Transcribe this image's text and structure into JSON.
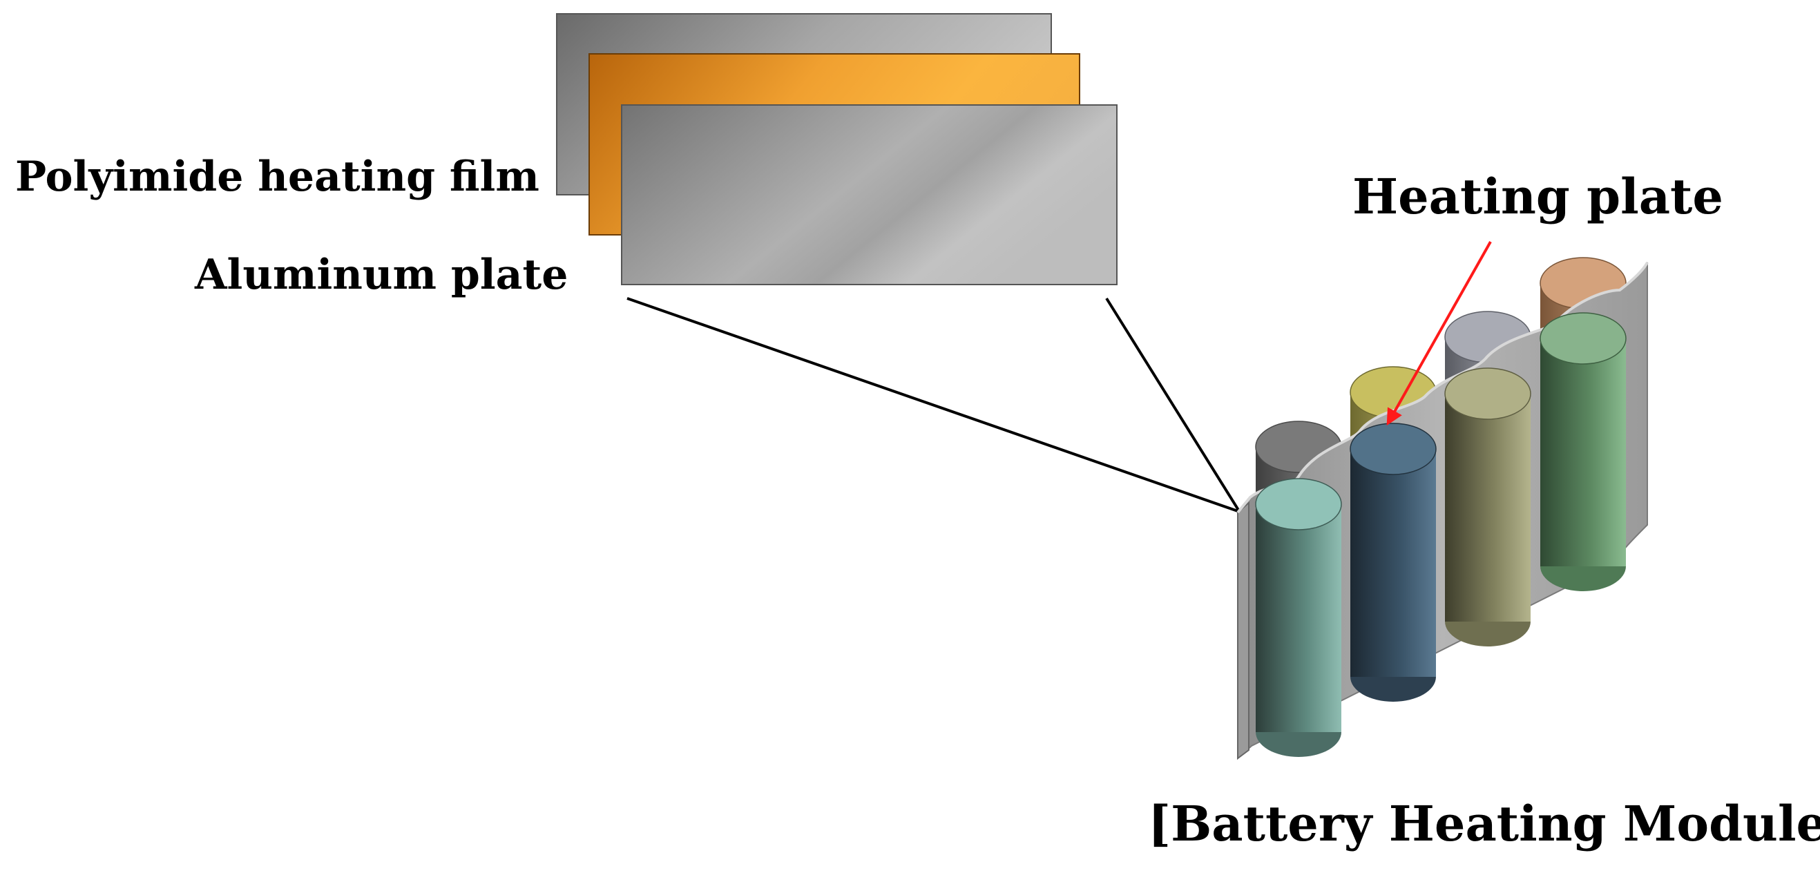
{
  "labels": {
    "polyimide_film": "Polyimide heating film",
    "aluminum_plate": "Aluminum plate",
    "heating_plate": "Heating plate",
    "module_caption": "[Battery Heating Module]"
  },
  "layers": [
    {
      "name": "back-plate",
      "color": "#8f8f8f"
    },
    {
      "name": "polyimide-heating-film",
      "color": "#e8921e"
    },
    {
      "name": "aluminum-plate",
      "color": "#a9a8a8"
    }
  ],
  "cells": [
    {
      "name": "back-left",
      "color": "#777777"
    },
    {
      "name": "back-center",
      "color": "#c4bb5a"
    },
    {
      "name": "back-mid",
      "color": "#a6a8b1"
    },
    {
      "name": "back-right",
      "color": "#d2a07a"
    },
    {
      "name": "front-left",
      "color": "#8fc0b6"
    },
    {
      "name": "front-center",
      "color": "#4f6e85"
    },
    {
      "name": "front-mid",
      "color": "#aeae85"
    },
    {
      "name": "front-right",
      "color": "#85b48a"
    }
  ],
  "colors": {
    "arrow": "#ff1a1a",
    "leader_line": "#000000",
    "heating_plate": "#a8a8a8"
  }
}
